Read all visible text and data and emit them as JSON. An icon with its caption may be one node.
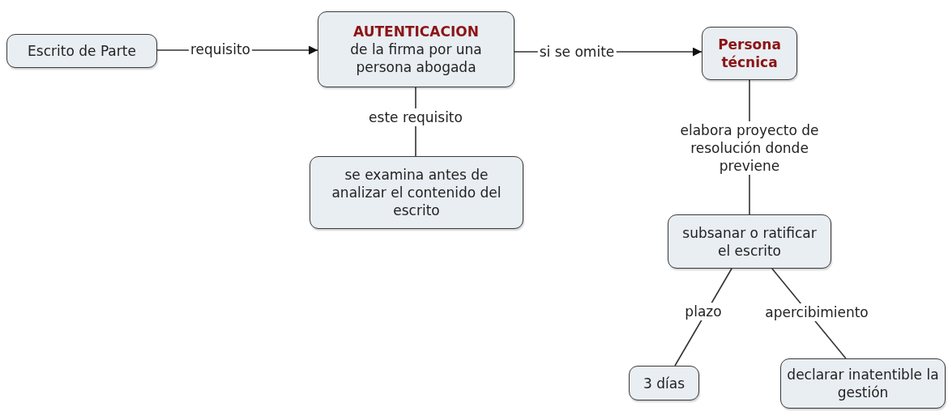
{
  "diagram": {
    "nodes": [
      {
        "text": [
          "Escrito de Parte"
        ]
      },
      {
        "text": [
          "AUTENTICACION",
          "de la firma por una persona abogada"
        ]
      },
      {
        "text": [
          "Persona técnica"
        ]
      },
      {
        "text": [
          "se examina antes de analizar el contenido del escrito"
        ]
      },
      {
        "text": [
          "subsanar o ratificar el escrito"
        ]
      },
      {
        "text": [
          "3 días"
        ]
      },
      {
        "text": [
          "declarar inatentible la gestión"
        ]
      }
    ],
    "edges": [
      {
        "from": 0,
        "to": 1,
        "arrow": "to",
        "label": "requisito"
      },
      {
        "from": 1,
        "to": 2,
        "arrow": "to",
        "label": "si se omite"
      },
      {
        "from": 1,
        "to": 3,
        "arrow": "none",
        "label": "este requisito"
      },
      {
        "from": 2,
        "to": 4,
        "arrow": "none",
        "label": "elabora proyecto de resolución donde previene"
      },
      {
        "from": 4,
        "to": 5,
        "arrow": "none",
        "label": "plazo"
      },
      {
        "from": 4,
        "to": 6,
        "arrow": "none",
        "label": "apercibimiento"
      }
    ]
  }
}
